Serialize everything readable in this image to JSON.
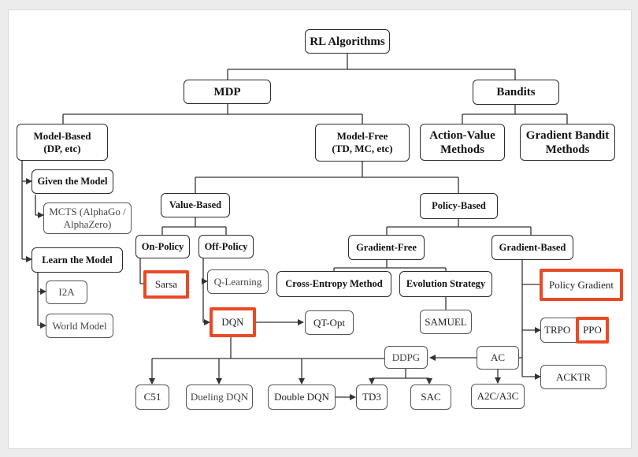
{
  "nodes": {
    "rl_algorithms": "RL Algorithms",
    "mdp": "MDP",
    "bandits": "Bandits",
    "model_based": "Model-Based\n(DP, etc)",
    "model_free": "Model-Free\n(TD, MC, etc)",
    "action_value": "Action-Value\nMethods",
    "gradient_bandit": "Gradient Bandit\nMethods",
    "given_model": "Given the Model",
    "mcts": "MCTS (AlphaGo /\nAlphaZero)",
    "learn_model": "Learn the Model",
    "i2a": "I2A",
    "world_model": "World Model",
    "value_based": "Value-Based",
    "policy_based": "Policy-Based",
    "on_policy": "On-Policy",
    "off_policy": "Off-Policy",
    "sarsa": "Sarsa",
    "q_learning": "Q-Learning",
    "dqn": "DQN",
    "qt_opt": "QT-Opt",
    "gradient_free": "Gradient-Free",
    "gradient_based": "Gradient-Based",
    "cross_entropy": "Cross-Entropy Method",
    "evolution_strategy": "Evolution Strategy",
    "samuel": "SAMUEL",
    "policy_gradient": "Policy Gradient",
    "trpo": "TRPO",
    "ppo": "PPO",
    "acktr": "ACKTR",
    "ddpg": "DDPG",
    "ac": "AC",
    "c51": "C51",
    "dueling_dqn": "Dueling DQN",
    "double_dqn": "Double DQN",
    "td3": "TD3",
    "sac": "SAC",
    "a2c_a3c": "A2C/A3C"
  },
  "colors": {
    "highlight": "#e84a26",
    "line": "#333333",
    "background": "#ffffff"
  }
}
